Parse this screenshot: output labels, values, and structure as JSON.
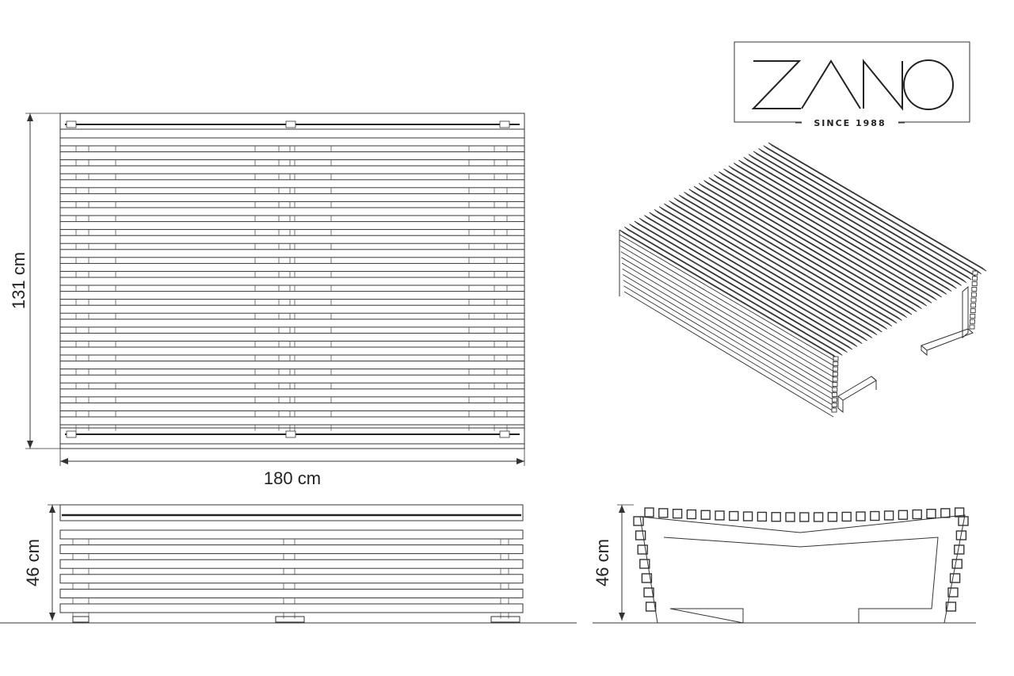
{
  "logo": {
    "brand": "ZANO",
    "tagline": "SINCE 1988"
  },
  "dimensions": {
    "top_view_height": "131 cm",
    "top_view_width": "180 cm",
    "front_view_height": "46 cm",
    "side_view_height": "46 cm"
  }
}
